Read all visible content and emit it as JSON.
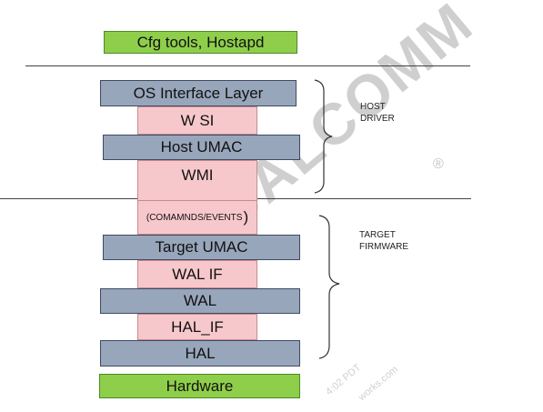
{
  "diagram": {
    "top_box": "Cfg tools, Hostapd",
    "host_stack": {
      "os_interface": "OS Interface Layer",
      "wsi": "W SI",
      "host_umac": "Host UMAC",
      "wmi": "WMI"
    },
    "commands_events": "(COMAMNDS/EVENTS",
    "commands_events_close": ")",
    "target_stack": {
      "target_umac": "Target UMAC",
      "wal_if": "WAL IF",
      "wal": "WAL",
      "hal_if": "HAL_IF",
      "hal": "HAL"
    },
    "hardware": "Hardware",
    "host_label": [
      "HOST",
      "DRIVER"
    ],
    "target_label": [
      "TARGET",
      "FIRMWARE"
    ]
  },
  "watermark": {
    "brand": "QUALCOMM",
    "registered": "®",
    "line1": "4:02 PDT",
    "line2": "works.com"
  },
  "colors": {
    "green": "#8fce4a",
    "blue": "#98a6bb",
    "pink": "#f7c8cb"
  }
}
